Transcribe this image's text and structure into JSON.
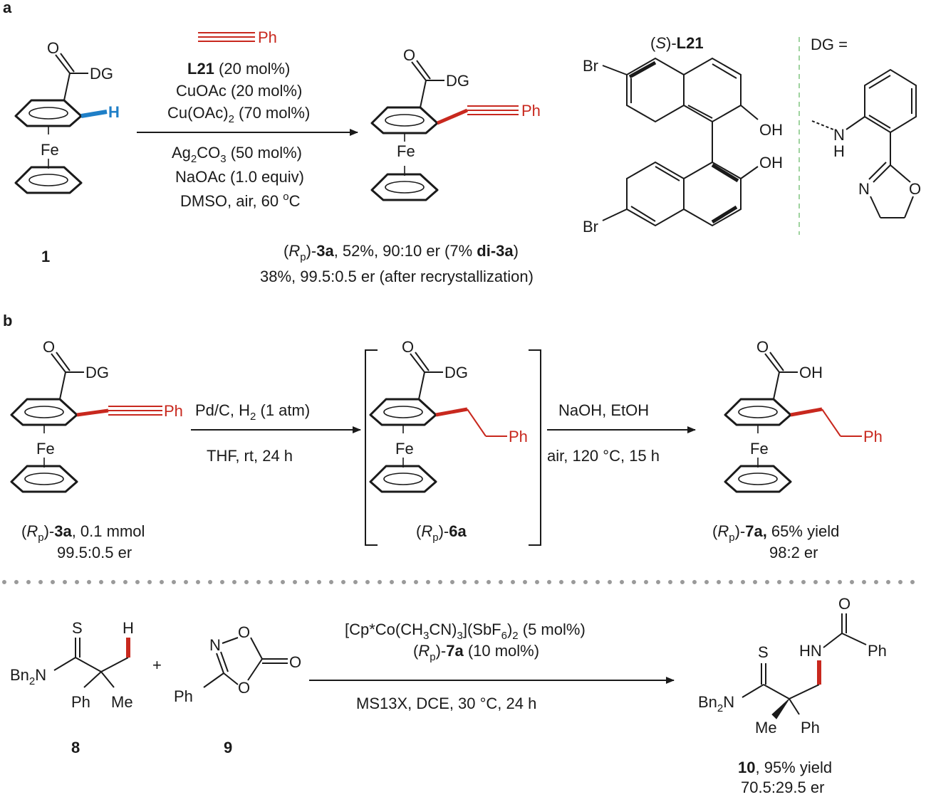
{
  "panels": {
    "a": "a",
    "b": "b"
  },
  "atoms": {
    "Fe": "Fe",
    "DG": "DG",
    "H": "H",
    "Ph": "Ph",
    "OH": "OH",
    "Br": "Br",
    "O": "O",
    "N": "N",
    "S": "S",
    "Me": "Me",
    "NH_N": "N",
    "NH_H": "H",
    "HN": "HN",
    "Bn": "Bn",
    "two": "2"
  },
  "panel_a": {
    "cond_L21_bold": "L21",
    "cond_L21_rest": " (20 mol%)",
    "cond_CuOAc": "CuOAc (20 mol%)",
    "cond_CuOAc2_a": "Cu(OAc)",
    "cond_CuOAc2_sub": "2",
    "cond_CuOAc2_b": " (70 mol%)",
    "cond_Ag_a": "Ag",
    "cond_Ag_sub1": "2",
    "cond_Ag_b": "CO",
    "cond_Ag_sub2": "3",
    "cond_Ag_c": " (50 mol%)",
    "cond_NaOAc": "NaOAc (1.0 equiv)",
    "cond_DMSO_a": "DMSO, air, 60 ",
    "cond_DMSO_sup": "o",
    "cond_DMSO_b": "C",
    "cmpd1": "1",
    "prod_line1": {
      "paren_open": "(",
      "R": "R",
      "p": "p",
      "mid": ")-",
      "bold": "3a",
      "rest": ", 52%, 90:10 er (7% ",
      "bold2": "di-3a",
      "close": ")"
    },
    "prod_line2": "38%, 99.5:0.5 er (after recrystallization)",
    "ligand_title": {
      "open": "(",
      "S": "S",
      "mid": ")-",
      "bold": "L21"
    },
    "dg_label": "DG ="
  },
  "panel_b": {
    "step1_top_a": "Pd/C, H",
    "step1_top_sub": "2",
    "step1_top_b": " (1 atm)",
    "step1_bottom": "THF, rt, 24 h",
    "step2_top": "NaOH, EtOH",
    "step2_bottom": "air, 120 °C, 15 h",
    "cmpd3a": {
      "open": "(",
      "R": "R",
      "p": "p",
      "mid": ")-",
      "bold": "3a",
      "rest": ", 0.1 mmol"
    },
    "cmpd3a_er": "99.5:0.5 er",
    "cmpd6a": {
      "open": "(",
      "R": "R",
      "p": "p",
      "mid": ")-",
      "bold": "6a"
    },
    "cmpd7a": {
      "open": "(",
      "R": "R",
      "p": "p",
      "mid": ")-",
      "bold": "7a,",
      "rest": " 65% yield"
    },
    "cmpd7a_er": "98:2 er"
  },
  "panel_c": {
    "plus": "+",
    "cat_a": "[Cp*Co(CH",
    "cat_sub1": "3",
    "cat_b": "CN)",
    "cat_sub2": "3",
    "cat_c": "](SbF",
    "cat_sub3": "6",
    "cat_d": ")",
    "cat_sub4": "2",
    "cat_e": " (5 mol%)",
    "lig": {
      "open": "(",
      "R": "R",
      "p": "p",
      "mid": ")-",
      "bold": "7a",
      "rest": " (10 mol%)"
    },
    "cond_bottom": "MS13X, DCE, 30 °C, 24 h",
    "cmpd8": "8",
    "cmpd9": "9",
    "cmpd10_bold": "10",
    "cmpd10_rest": ", 95% yield",
    "cmpd10_er": "70.5:29.5 er"
  },
  "colors": {
    "red": "#c8281e",
    "blue": "#1f7fc7",
    "black": "#1a1a1a",
    "dots": "#9a9a9a",
    "dashes": "#9fd39f"
  }
}
